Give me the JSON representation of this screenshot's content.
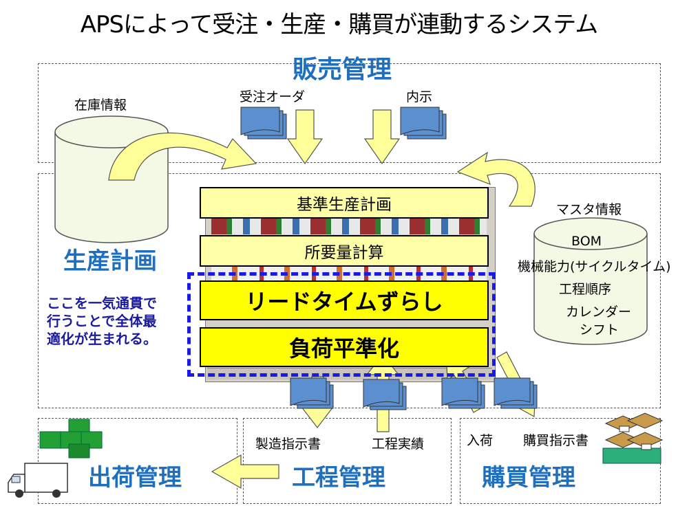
{
  "title": "APSによって受注・生産・購買が連動するシステム",
  "sections": {
    "sales": "販売管理",
    "production_planning": "生産計画",
    "shipping": "出荷管理",
    "process": "工程管理",
    "purchasing": "購買管理"
  },
  "labels": {
    "inventory": "在庫情報",
    "order": "受注オーダ",
    "forecast": "内示",
    "master": "マスタ情報",
    "manufacturing_order": "製造指示書",
    "process_results": "工程実績",
    "receiving": "入荷",
    "purchase_order": "購買指示書"
  },
  "master_items": [
    "BOM",
    "機械能力(サイクルタイム)",
    "工程順序",
    "カレンダー",
    "シフト"
  ],
  "planning_steps": [
    "基準生産計画",
    "所要量計算",
    "リードタイムずらし",
    "負荷平準化"
  ],
  "note": [
    "ここを一気通貫で",
    "行うことで全体最",
    "適化が生まれる。"
  ],
  "colors": {
    "section_blue": "#1f6fc0",
    "note_blue": "#1a1aa0",
    "highlight_yellow": "#ffff00",
    "step_yellow": "#ffffa8",
    "arrow_yellow": "#ffff99",
    "dashed_frame": "#1a1ae6",
    "doc_blue": "#5b8fd0",
    "box_green": "#22a033"
  }
}
